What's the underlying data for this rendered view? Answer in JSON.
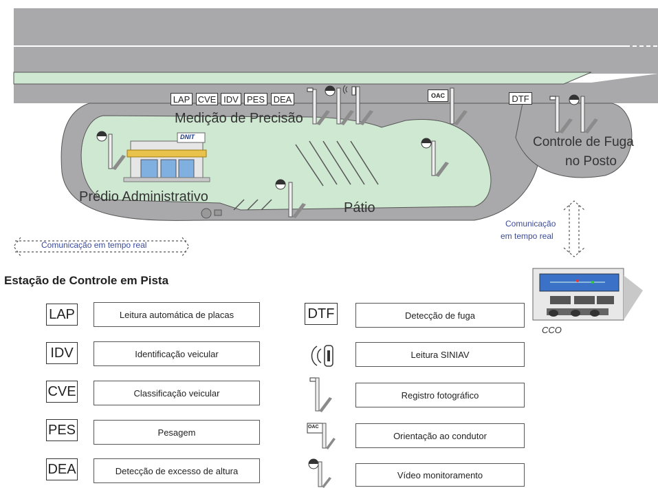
{
  "map": {
    "top_tags": [
      "LAP",
      "CVE",
      "IDV",
      "PES",
      "DEA"
    ],
    "oac_tag": "OAC",
    "dtf_tag": "DTF",
    "medicao_label": "Medição de Precisão",
    "controle_label_line1": "Controle de Fuga",
    "controle_label_line2": "no Posto",
    "predio_label": "Prédio Administrativo",
    "patio_label": "Pátio",
    "dnit_sign": "DNIT",
    "comm_left": "Comunicação em tempo real",
    "comm_right_line1": "Comunicação",
    "comm_right_line2": "em tempo real",
    "cco_label": "CCO"
  },
  "legend": {
    "title": "Estação de Controle em Pista",
    "left": [
      {
        "code": "LAP",
        "desc": "Leitura automática de placas"
      },
      {
        "code": "IDV",
        "desc": "Identificação veicular"
      },
      {
        "code": "CVE",
        "desc": "Classificação veicular"
      },
      {
        "code": "PES",
        "desc": "Pesagem"
      },
      {
        "code": "DEA",
        "desc": "Detecção de excesso de altura"
      }
    ],
    "right": [
      {
        "code": "DTF",
        "icon": "dtf-code",
        "desc": "Detecção de fuga"
      },
      {
        "code": "",
        "icon": "siniav-reader-icon",
        "desc": "Leitura SINIAV"
      },
      {
        "code": "",
        "icon": "camera-pole-icon",
        "desc": "Registro fotográfico"
      },
      {
        "code": "OAC",
        "icon": "oac-panel-icon",
        "desc": "Orientação ao condutor"
      },
      {
        "code": "",
        "icon": "video-camera-icon",
        "desc": "Vídeo monitoramento"
      }
    ]
  }
}
